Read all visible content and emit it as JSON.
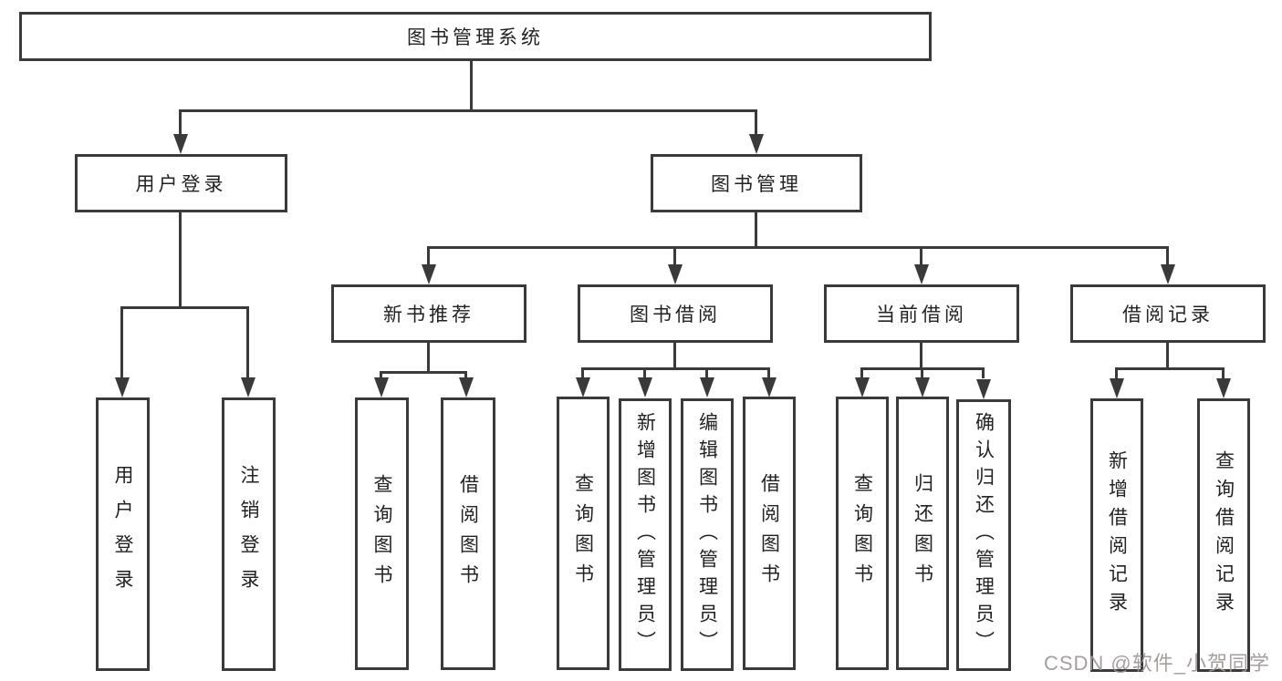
{
  "root": {
    "label": "图书管理系统"
  },
  "branches": {
    "user": {
      "label": "用户登录",
      "children": [
        "用户登录",
        "注销登录"
      ]
    },
    "book": {
      "label": "图书管理"
    }
  },
  "modules": {
    "recommend": {
      "label": "新书推荐",
      "children": [
        "查询图书",
        "借阅图书"
      ]
    },
    "borrow": {
      "label": "图书借阅",
      "children": [
        "查询图书",
        "新增图书（管理员）",
        "编辑图书（管理员）",
        "借阅图书"
      ]
    },
    "current": {
      "label": "当前借阅",
      "children": [
        "查询图书",
        "归还图书",
        "确认归还（管理员）"
      ]
    },
    "records": {
      "label": "借阅记录",
      "children": [
        "新增借阅记录",
        "查询借阅记录"
      ]
    }
  },
  "watermark": {
    "text": "CSDN @软件_小贺同学"
  },
  "colors": {
    "line": "#3a3a3a",
    "box_background": "#ffffff",
    "text": "#222222",
    "watermark": "#9e9797"
  }
}
